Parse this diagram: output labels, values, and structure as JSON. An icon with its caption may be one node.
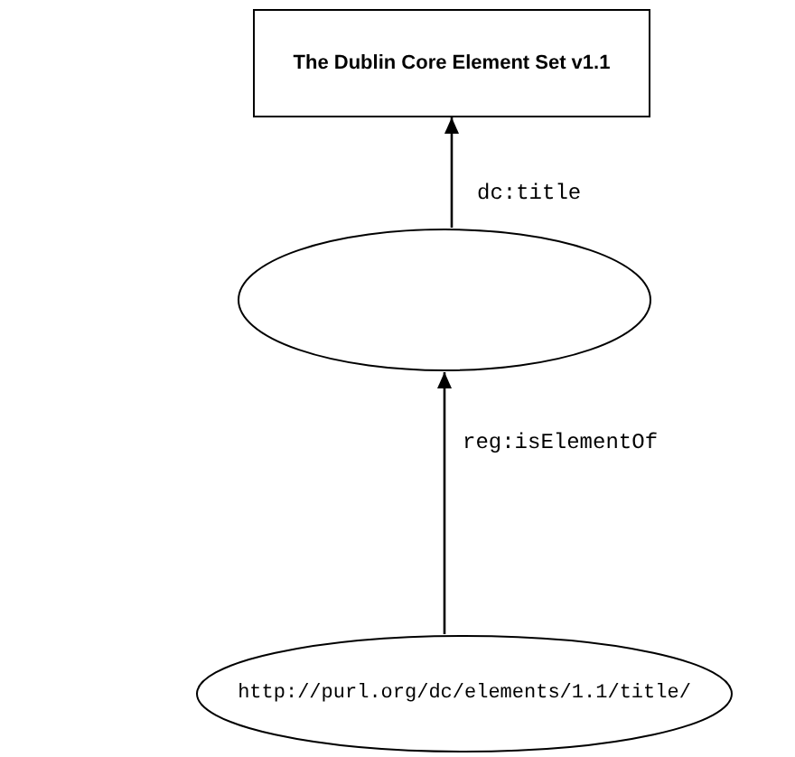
{
  "diagram": {
    "nodes": [
      {
        "text": [
          "The Dublin Core Element Set v1.1"
        ]
      },
      {
        "text": [],
        "shape": "ellipse"
      },
      {
        "text": [
          "http://purl.org/dc/elements/1.1/title/"
        ]
      }
    ],
    "edges": [
      {
        "from": 1,
        "to": 0,
        "arrow": "to",
        "label": "dc:title"
      },
      {
        "from": 2,
        "to": 1,
        "arrow": "to",
        "label": "reg:isElementOf"
      }
    ]
  }
}
